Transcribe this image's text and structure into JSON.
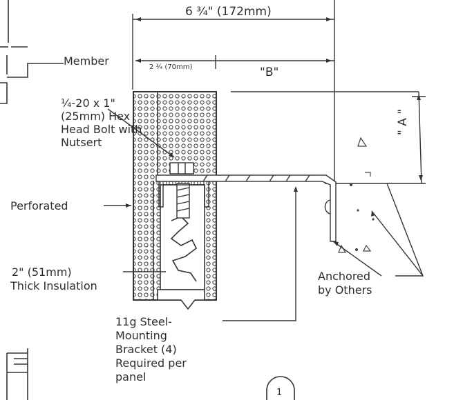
{
  "dimensions": {
    "overall": "6 ¾\" (172mm)",
    "left_segment": "2 ¾ (70mm)",
    "right_segment": "\"B\"",
    "vertical": "\" A \"",
    "section_marker": "1"
  },
  "callouts": {
    "member": "Member",
    "bolt": [
      "¼-20 x 1\"",
      "(25mm) Hex",
      "Head Bolt with",
      "Nutsert"
    ],
    "perforated": "Perforated",
    "insulation": [
      "2\" (51mm)",
      "Thick Insulation"
    ],
    "anchored": [
      "Anchored",
      "by Others"
    ],
    "bracket": [
      "11g Steel-",
      "Mounting",
      "Bracket (4)",
      "Required per",
      "panel"
    ]
  }
}
